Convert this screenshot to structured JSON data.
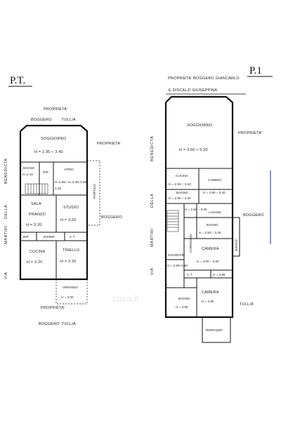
{
  "ground_floor": {
    "heading": "P.T.",
    "top_labels": [
      "PROPRIETA'",
      "BOGGERO",
      "TULLIA"
    ],
    "right_labels": [
      "PROPRIETA'",
      "BOGGERO"
    ],
    "left_labels": [
      "VIA",
      "MARTIRI",
      "DELLA",
      "BENEDICTA"
    ],
    "bottom_labels": [
      "PROPRIETA'",
      "BOGGERO",
      "TULLIA"
    ],
    "rooms": {
      "soggiorno": "SOGGIORNO",
      "soggiorno_h": "H = 2.35 ÷ 3.40",
      "bagno": "BAGNO",
      "bagno_h": "H=2.10",
      "rip1": "RIP.",
      "atrio": "ATRIO",
      "atrio_h": "H=2.65÷ H=2.35÷2.95",
      "atrio_h2": "3.15",
      "portico": "PORTICO",
      "sala": "SALA",
      "pranzo": "PRANZO",
      "sala_h": "H = 3.20",
      "studio": "STUDIO",
      "studio_h": "H = 3.20",
      "rip2": "RIP.",
      "disimp": "DISIMP.",
      "ct": "C.T.",
      "cucina": "CUCINA",
      "cucina_h": "H = 3.20",
      "tinello": "TINELLO",
      "tinello_h": "H = 3.20",
      "veranda": "VERANDA",
      "veranda_h": "H = 3.00"
    }
  },
  "first_floor": {
    "heading": "P.1",
    "top_labels": [
      "PROPRIETA' BOGGERO GIANCARLO",
      "E DISCALZI GIUSEPPINA"
    ],
    "right_labels": [
      "PROPRIETA'",
      "BOGGERO",
      "TULLIA"
    ],
    "left_labels": [
      "VIA",
      "MARTIRI",
      "DELLA",
      "BENEDICTA"
    ],
    "rooms": {
      "soggiorno": "SOGGIORNO",
      "soggiorno_h": "H = 3.60 ÷ 5.20",
      "cucina": "CUCINA",
      "camera1": "CAMERA",
      "bagno1": "BAGNO",
      "bagno1_h": "H = 2.90 ÷ 3.40",
      "cucina_h": "H = 2.90 ÷ 3.40",
      "camera1_h": "H = 2.90 ÷ 3.40",
      "stair_h": "H = 2.50 ÷ 3.40",
      "lavand": "LAVAND.",
      "bagno2": "BAGNO",
      "bagno2_h": "H = 2.50 ÷ 3.40",
      "corridoio": "CORRIDOIO",
      "ripost": "RIPOST.",
      "guardaroba": "GUARDAR.",
      "guardaroba_h": "H = 2.90÷3.50",
      "camera2": "CAMERA",
      "camera2_h": "H = 3.00 ÷ 3.40",
      "ct": "C.T.",
      "ct_h": "H = 2.95",
      "bagno3": "BAGNO",
      "bagno3_h": "H = 2.95",
      "camera3": "CAMERA",
      "camera3_h": "H = 2.85",
      "terrazzo": "TERRAZZO"
    }
  },
  "watermark": "casa.it"
}
